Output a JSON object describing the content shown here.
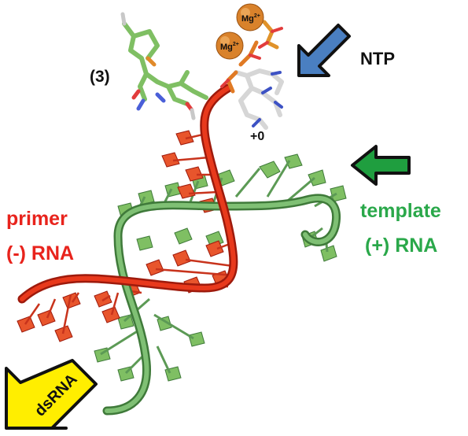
{
  "labels": {
    "compound": "(3)",
    "mg_ion_1": "Mg",
    "mg_ion_1_charge": "2+",
    "mg_ion_2": "Mg",
    "mg_ion_2_charge": "2+",
    "ntp": "NTP",
    "position": "+0",
    "primer_line1": "primer",
    "primer_line2": "(-) RNA",
    "template_line1": "template",
    "template_line2": "(+) RNA",
    "dsrna": "dsRNA"
  },
  "colors": {
    "primer": "#e02a16",
    "primer_dark": "#9e1a0c",
    "template": "#72b06a",
    "template_dark": "#3f7a3a",
    "ntp_arrow": "#4a7fc1",
    "template_arrow": "#1f9e3f",
    "dsrna_arrow": "#ffee00",
    "mg": "#d9822b",
    "label_red": "#e8231c",
    "label_green": "#2aa84a",
    "ligand_green": "#7fbf63"
  }
}
